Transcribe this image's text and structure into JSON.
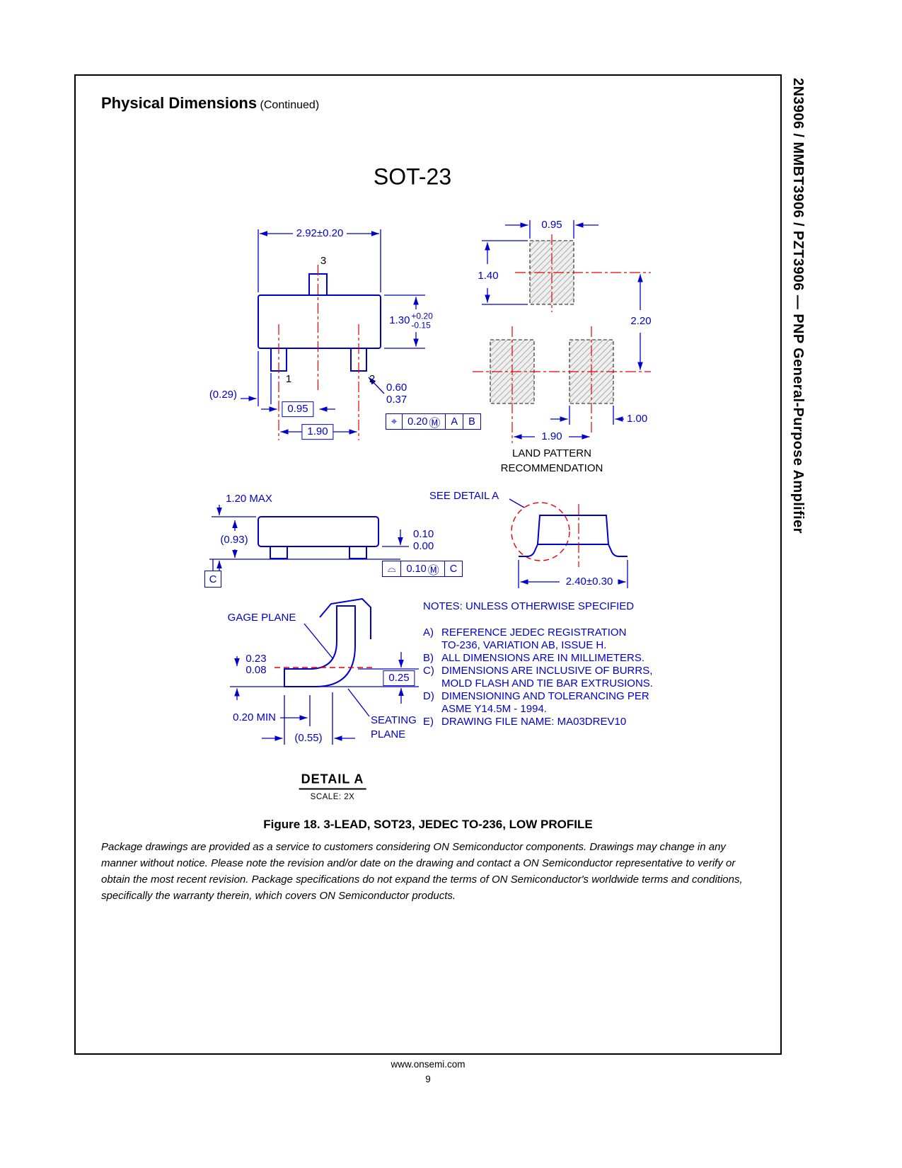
{
  "page": {
    "header_title": "Physical Dimensions",
    "header_continued": "(Continued)",
    "package_title": "SOT-23",
    "side_title": "2N3906 / MMBT3906 / PZT3906 — PNP General-Purpose Amplifier",
    "figure_caption": "Figure 18. 3-LEAD, SOT23, JEDEC TO-236, LOW PROFILE",
    "disclaimer": "Package drawings are provided as a service to customers considering ON Semiconductor components. Drawings may change in any manner without notice. Please note the revision and/or date on the drawing and contact a ON Semiconductor representative to verify or obtain the most recent revision. Package specifications do not expand the terms of ON Semiconductor's worldwide terms and conditions, specifically the warranty therein, which covers ON Semiconductor products.",
    "footer_url": "www.onsemi.com",
    "footer_page": "9"
  },
  "top_view": {
    "dim_width": "2.92±0.20",
    "pin3": "3",
    "pin1": "1",
    "pin2": "2",
    "dim_height": "1.30",
    "tol_plus": "+0.20",
    "tol_minus": "-0.15",
    "dim_edge": "(0.29)",
    "dim_pitch_half": "0.95",
    "dim_pitch_full": "1.90",
    "dim_lead_max": "0.60",
    "dim_lead_min": "0.37",
    "fcf": {
      "symbol": "⌖",
      "tolerance": "0.20",
      "modifier": "Ⓜ",
      "datum1": "A",
      "datum2": "B"
    }
  },
  "land_pattern": {
    "dim_pad_width": "0.95",
    "dim_pad_height": "1.40",
    "dim_span": "2.20",
    "dim_pitch": "1.90",
    "dim_pad_width2": "1.00",
    "caption_line1": "LAND PATTERN",
    "caption_line2": "RECOMMENDATION"
  },
  "side_view": {
    "dim_max_height": "1.20 MAX",
    "dim_body": "(0.93)",
    "dim_standoff_max": "0.10",
    "dim_standoff_min": "0.00",
    "datum": "C",
    "fcf": {
      "symbol": "⌓",
      "tolerance": "0.10",
      "modifier": "Ⓜ",
      "datum": "C"
    }
  },
  "end_view": {
    "see_detail": "SEE DETAIL A",
    "dim_width": "2.40±0.30"
  },
  "detail_a": {
    "gage_plane": "GAGE PLANE",
    "dim_gage_max": "0.23",
    "dim_gage_min": "0.08",
    "dim_foot_thickness": "0.25",
    "dim_foot_min": "0.20 MIN",
    "dim_foot_length": "(0.55)",
    "seating_line1": "SEATING",
    "seating_line2": "PLANE",
    "title": "DETAIL A",
    "scale": "SCALE: 2X"
  },
  "notes": {
    "heading": "NOTES: UNLESS OTHERWISE SPECIFIED",
    "items": [
      {
        "id": "A)",
        "lines": [
          "REFERENCE JEDEC REGISTRATION",
          "TO-236, VARIATION AB, ISSUE H."
        ]
      },
      {
        "id": "B)",
        "lines": [
          "ALL DIMENSIONS ARE IN MILLIMETERS."
        ]
      },
      {
        "id": "C)",
        "lines": [
          "DIMENSIONS ARE INCLUSIVE OF BURRS,",
          "MOLD FLASH AND TIE BAR EXTRUSIONS."
        ]
      },
      {
        "id": "D)",
        "lines": [
          "DIMENSIONING AND TOLERANCING PER",
          "ASME Y14.5M - 1994."
        ]
      },
      {
        "id": "E)",
        "lines": [
          "DRAWING FILE NAME: MA03DREV10"
        ]
      }
    ]
  }
}
